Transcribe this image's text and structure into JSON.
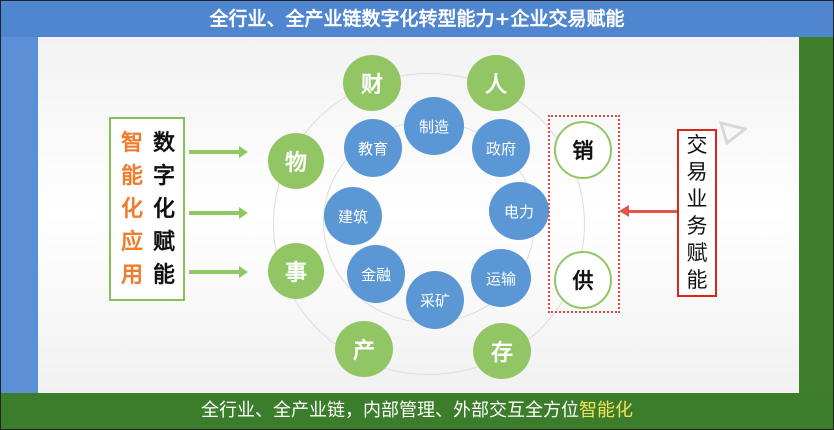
{
  "header": {
    "title": "全行业、全产业链数字化转型能力+企业交易赋能"
  },
  "footer": {
    "prefix": "全行业、全产业链，内部管理、外部交互全方位",
    "highlight": "智能化"
  },
  "left_box": {
    "col1": [
      "智",
      "能",
      "化",
      "应",
      "用"
    ],
    "col2": [
      "数",
      "字",
      "化",
      "赋",
      "能"
    ]
  },
  "outer_nodes": [
    "财",
    "人",
    "物",
    "事",
    "产",
    "存"
  ],
  "inner_nodes": [
    "制造",
    "教育",
    "政府",
    "建筑",
    "电力",
    "金融",
    "运输",
    "采矿"
  ],
  "supply_nodes": [
    "销",
    "供"
  ],
  "right_box": [
    "交",
    "易",
    "业",
    "务",
    "赋",
    "能"
  ],
  "colors": {
    "green": "#92c665",
    "blue": "#5b97d4",
    "accent_orange": "#ef7d2b",
    "accent_red": "#d9261c",
    "footer_green": "#3c7d2c",
    "header_blue": "#4f86cf"
  }
}
